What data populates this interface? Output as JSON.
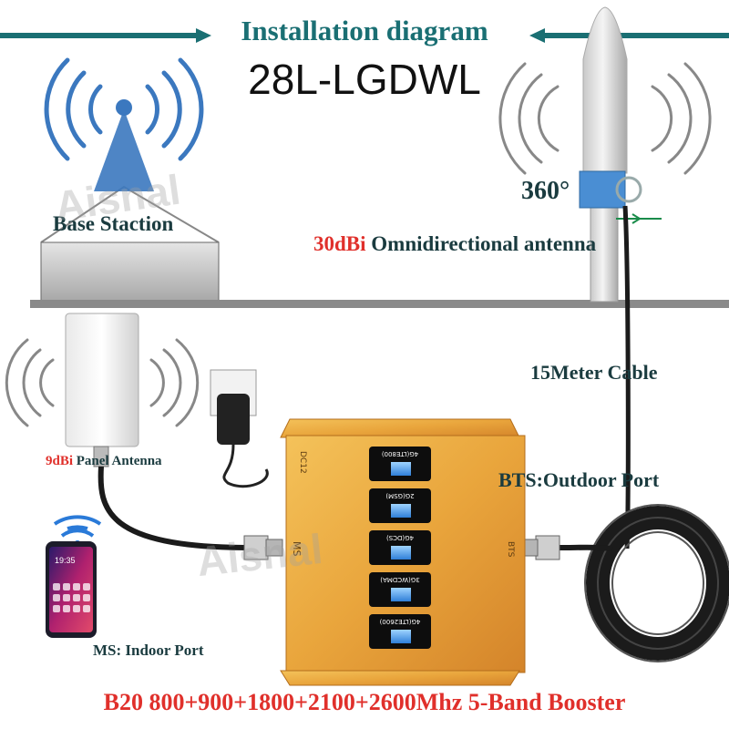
{
  "title": "Installation diagram",
  "model": "28L-LGDWL",
  "base_station_label": "Base Staction",
  "omni_angle": "360°",
  "omni_gain": "30dBi",
  "omni_label": "Omnidirectional antenna",
  "cable_label": "15Meter Cable",
  "bts_label": "BTS:Outdoor Port",
  "panel_gain": "9dBi",
  "panel_label": "Panel Antenna",
  "ms_label": "MS: Indoor Port",
  "band_label": "B20 800+900+1800+2100+2600Mhz 5-Band Booster",
  "watermark": "Aisnal",
  "phone_time": "19:35",
  "booster": {
    "left_port": "MS",
    "right_port": "BTS",
    "top_label": "DC12",
    "bands": [
      "4G(LTE800)",
      "2G(GSM)",
      "4G(DCS)",
      "3G(WCDMA)",
      "4G(LTE2600)"
    ]
  },
  "colors": {
    "title": "#1a6f73",
    "accent": "#e0302b",
    "booster": "#e8a33a",
    "cable": "#1b1b1b"
  }
}
